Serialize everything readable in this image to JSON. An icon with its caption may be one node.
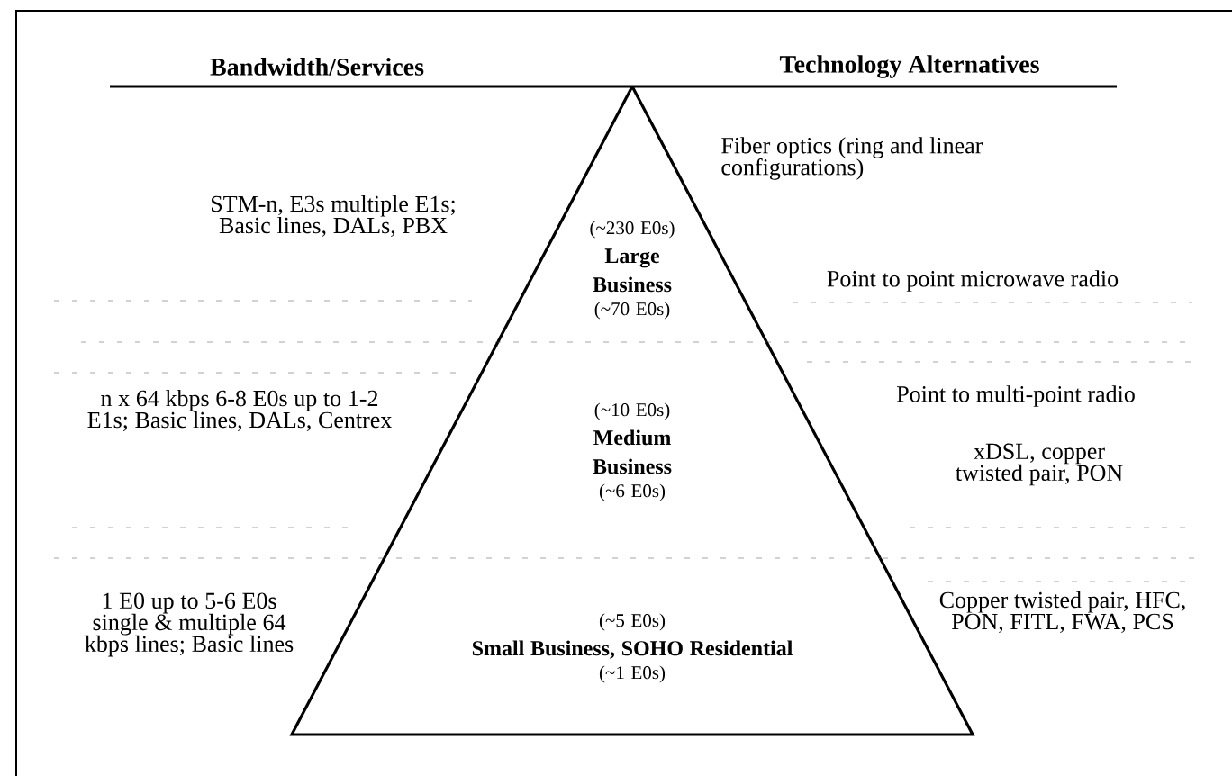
{
  "diagram": {
    "nodes": [
      {
        "text": [
          "(~230 E0s)",
          "Large Business",
          "(~70 E0s)"
        ]
      },
      {
        "text": [
          "(~10 E0s)",
          "Medium Business",
          "(~6 E0s)"
        ]
      },
      {
        "text": [
          "(~5 E0s)",
          "Small Business, SOHO Residential",
          "(~1 E0s)"
        ]
      }
    ],
    "edges": [],
    "labels": [
      "Bandwidth/Services",
      "Technology Alternatives",
      "STM-n, E3s multiple E1s; Basic lines, DALs, PBX",
      "Fiber optics (ring and linear configurations)",
      "Point to point microwave radio",
      "n x 64 kbps 6-8 E0s up to 1-2 E1s; Basic lines, DALs, Centrex",
      "Point to multi-point radio",
      "xDSL, copper twisted pair, PON",
      "1 E0 up to 5-6 E0s single & multiple 64 kbps lines; Basic lines",
      "Copper twisted pair, HFC, PON, FITL, FWA, PCS"
    ]
  }
}
